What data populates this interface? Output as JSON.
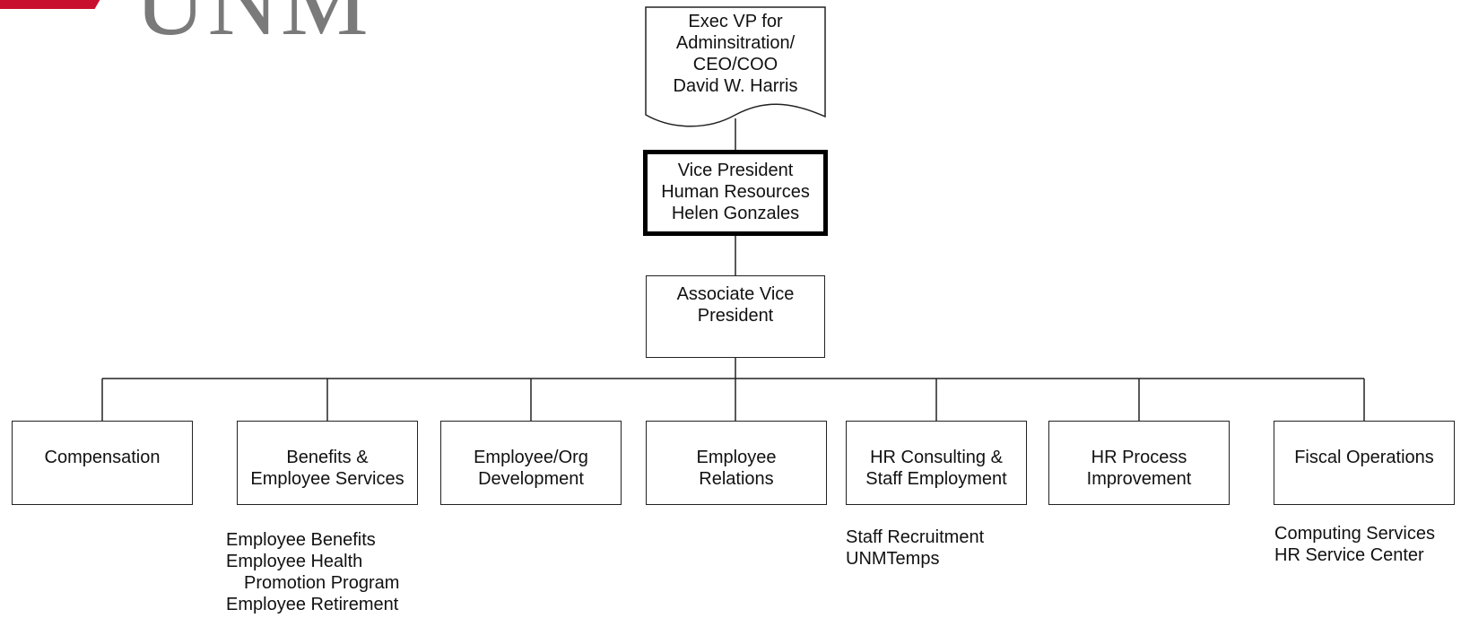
{
  "logo": {
    "text": "UNM"
  },
  "exec": {
    "lines": [
      "Exec VP for",
      "Adminsitration/",
      "CEO/COO",
      "David W. Harris"
    ]
  },
  "vp": {
    "lines": [
      "Vice President",
      "Human Resources",
      "Helen Gonzales"
    ]
  },
  "avp": {
    "lines": [
      "Associate Vice",
      "President"
    ]
  },
  "departments": [
    {
      "lines": [
        "Compensation"
      ]
    },
    {
      "lines": [
        "Benefits &",
        "Employee Services"
      ]
    },
    {
      "lines": [
        "Employee/Org",
        "Development"
      ]
    },
    {
      "lines": [
        "Employee",
        "Relations"
      ]
    },
    {
      "lines": [
        "HR Consulting &",
        "Staff Employment"
      ]
    },
    {
      "lines": [
        "HR Process",
        "Improvement"
      ]
    },
    {
      "lines": [
        "Fiscal Operations"
      ]
    }
  ],
  "notes": {
    "benefits": [
      "Employee Benefits",
      "Employee Health",
      "Promotion Program",
      "Employee Retirement"
    ],
    "consulting": [
      "Staff Recruitment",
      "UNMTemps"
    ],
    "fiscal": [
      "Computing Services",
      "HR Service Center"
    ]
  }
}
